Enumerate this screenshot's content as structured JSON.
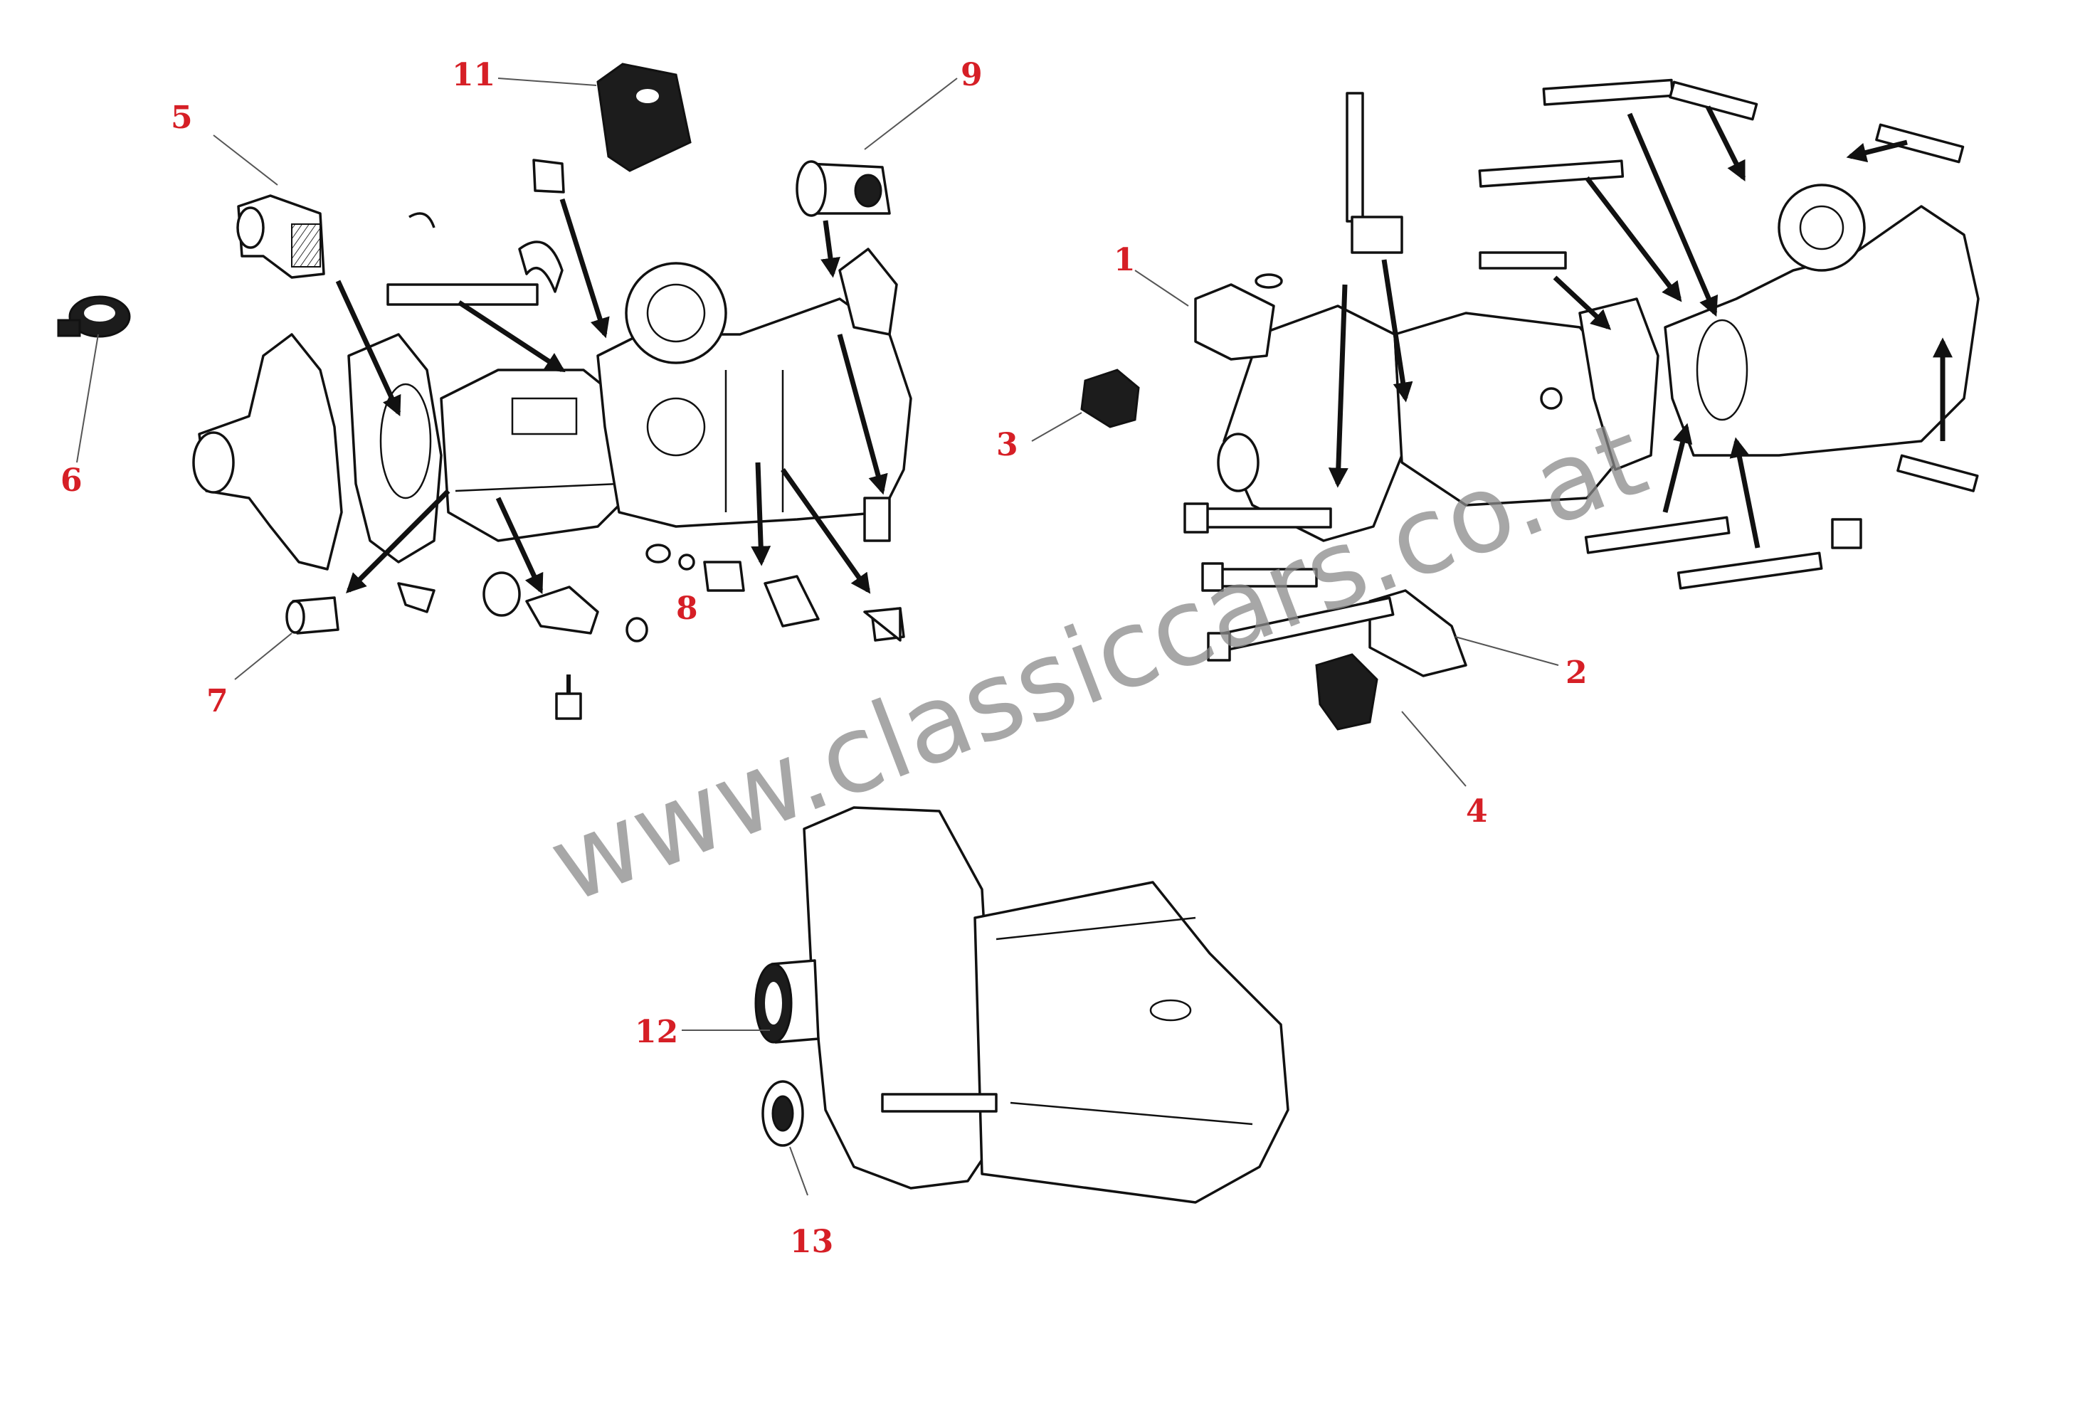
{
  "watermark": "www.classiccars.co.at",
  "callouts": {
    "c1": "1",
    "c2": "2",
    "c3": "3",
    "c4": "4",
    "c5": "5",
    "c6": "6",
    "c7": "7",
    "c8": "8",
    "c9": "9",
    "c11": "11",
    "c12": "12",
    "c13": "13"
  },
  "colors": {
    "callout": "#d61f26",
    "lineart": "#111111",
    "watermark": "#8a8a8a"
  }
}
